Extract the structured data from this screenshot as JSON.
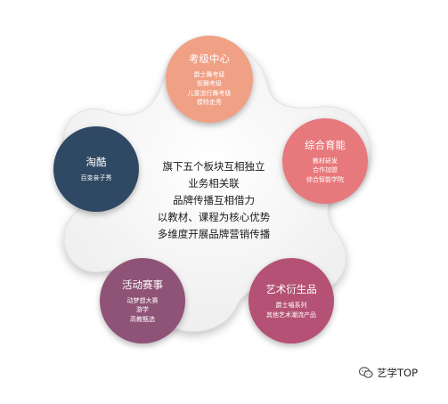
{
  "center": {
    "lines": [
      "旗下五个板块互相独立",
      "业务相关联",
      "品牌传播互相借力",
      "以教材、课程为核心优势",
      "多维度开展品牌营销传播"
    ]
  },
  "nodes": [
    {
      "id": "kaoji",
      "title": "考级中心",
      "items": [
        "爵士舞考级",
        "街舞考级",
        "儿童流行舞考级",
        "模特走秀"
      ],
      "color": "#f0a085"
    },
    {
      "id": "zonghe",
      "title": "综合育能",
      "items": [
        "教材研发",
        "合作加盟",
        "综合智能学院"
      ],
      "color": "#e7787b"
    },
    {
      "id": "yishu",
      "title": "艺术衍生品",
      "items": [
        "爵士喵系列",
        "其他艺术潮流产品"
      ],
      "color": "#b45174"
    },
    {
      "id": "huodong",
      "title": "活动赛事",
      "items": [
        "动梦想大赛",
        "游学",
        "高教甄选"
      ],
      "color": "#8f5377"
    },
    {
      "id": "taoku",
      "title": "淘酷",
      "items": [
        "百变亲子秀"
      ],
      "color": "#2f4863"
    }
  ],
  "watermark": {
    "text": "艺学TOP",
    "icon": "wechat-icon"
  }
}
